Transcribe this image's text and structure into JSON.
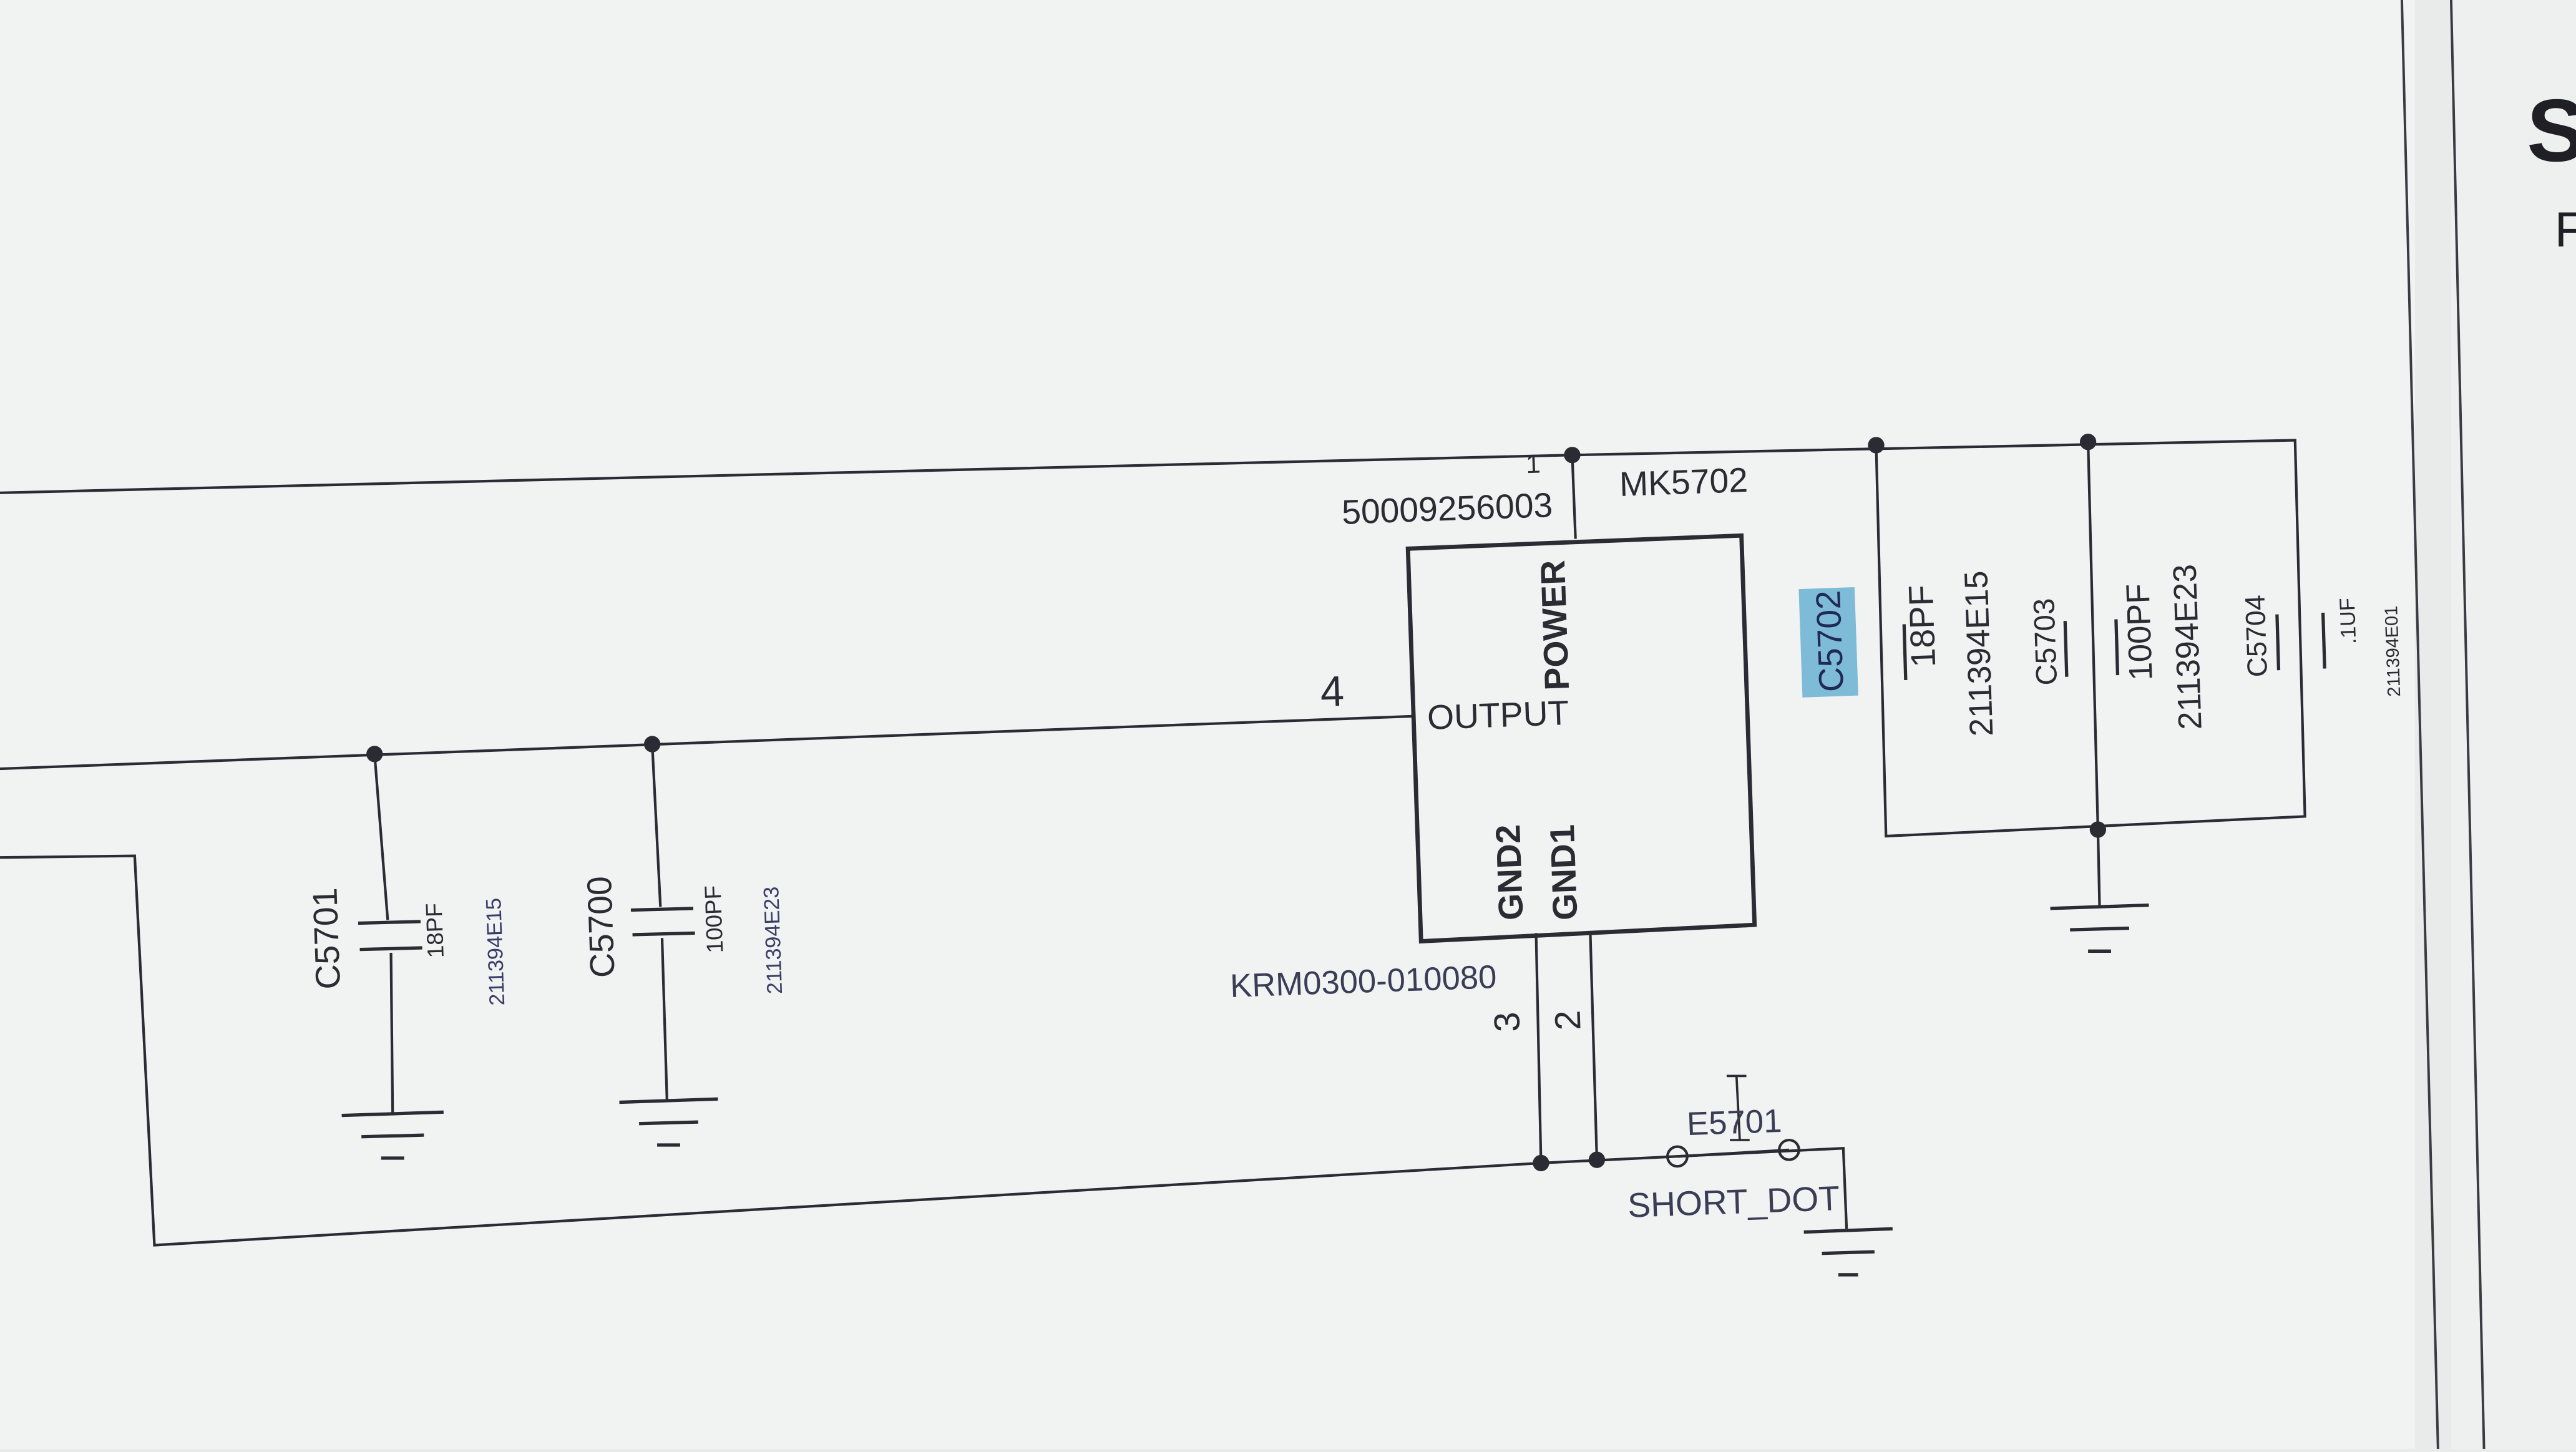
{
  "schematic": {
    "mic": {
      "ref": "MK5702",
      "part_number": "50009256003",
      "footprint": "KRM0300-010080",
      "pins": {
        "power": "POWER",
        "output": "OUTPUT",
        "gnd1": "GND1",
        "gnd2": "GND2",
        "pin_power_num": "1",
        "pin_output_num": "4",
        "pin_gnd1_num": "2",
        "pin_gnd2_num": "3"
      }
    },
    "capacitors": {
      "c5701": {
        "ref": "C5701",
        "value": "18PF",
        "part": "211394E15"
      },
      "c5700": {
        "ref": "C5700",
        "value": "100PF",
        "part": "211394E23"
      },
      "c5702": {
        "ref": "C5702",
        "value": "18PF",
        "part": "211394E15"
      },
      "c5703": {
        "ref": "C5703",
        "value": "100PF",
        "part": "211394E23"
      },
      "c5704": {
        "ref": "C5704",
        "value": ".1UF",
        "part": "211394E01"
      }
    },
    "short": {
      "ref": "E5701",
      "label": "SHORT_DOT"
    },
    "title_block": {
      "big_letter": "S",
      "sub_letter": "F"
    }
  },
  "colors": {
    "background": "#e9ebea",
    "paper": "#f3f5f4",
    "line": "#2b2b33",
    "text": "#2b2b33",
    "highlight": "#7ebbd6"
  }
}
